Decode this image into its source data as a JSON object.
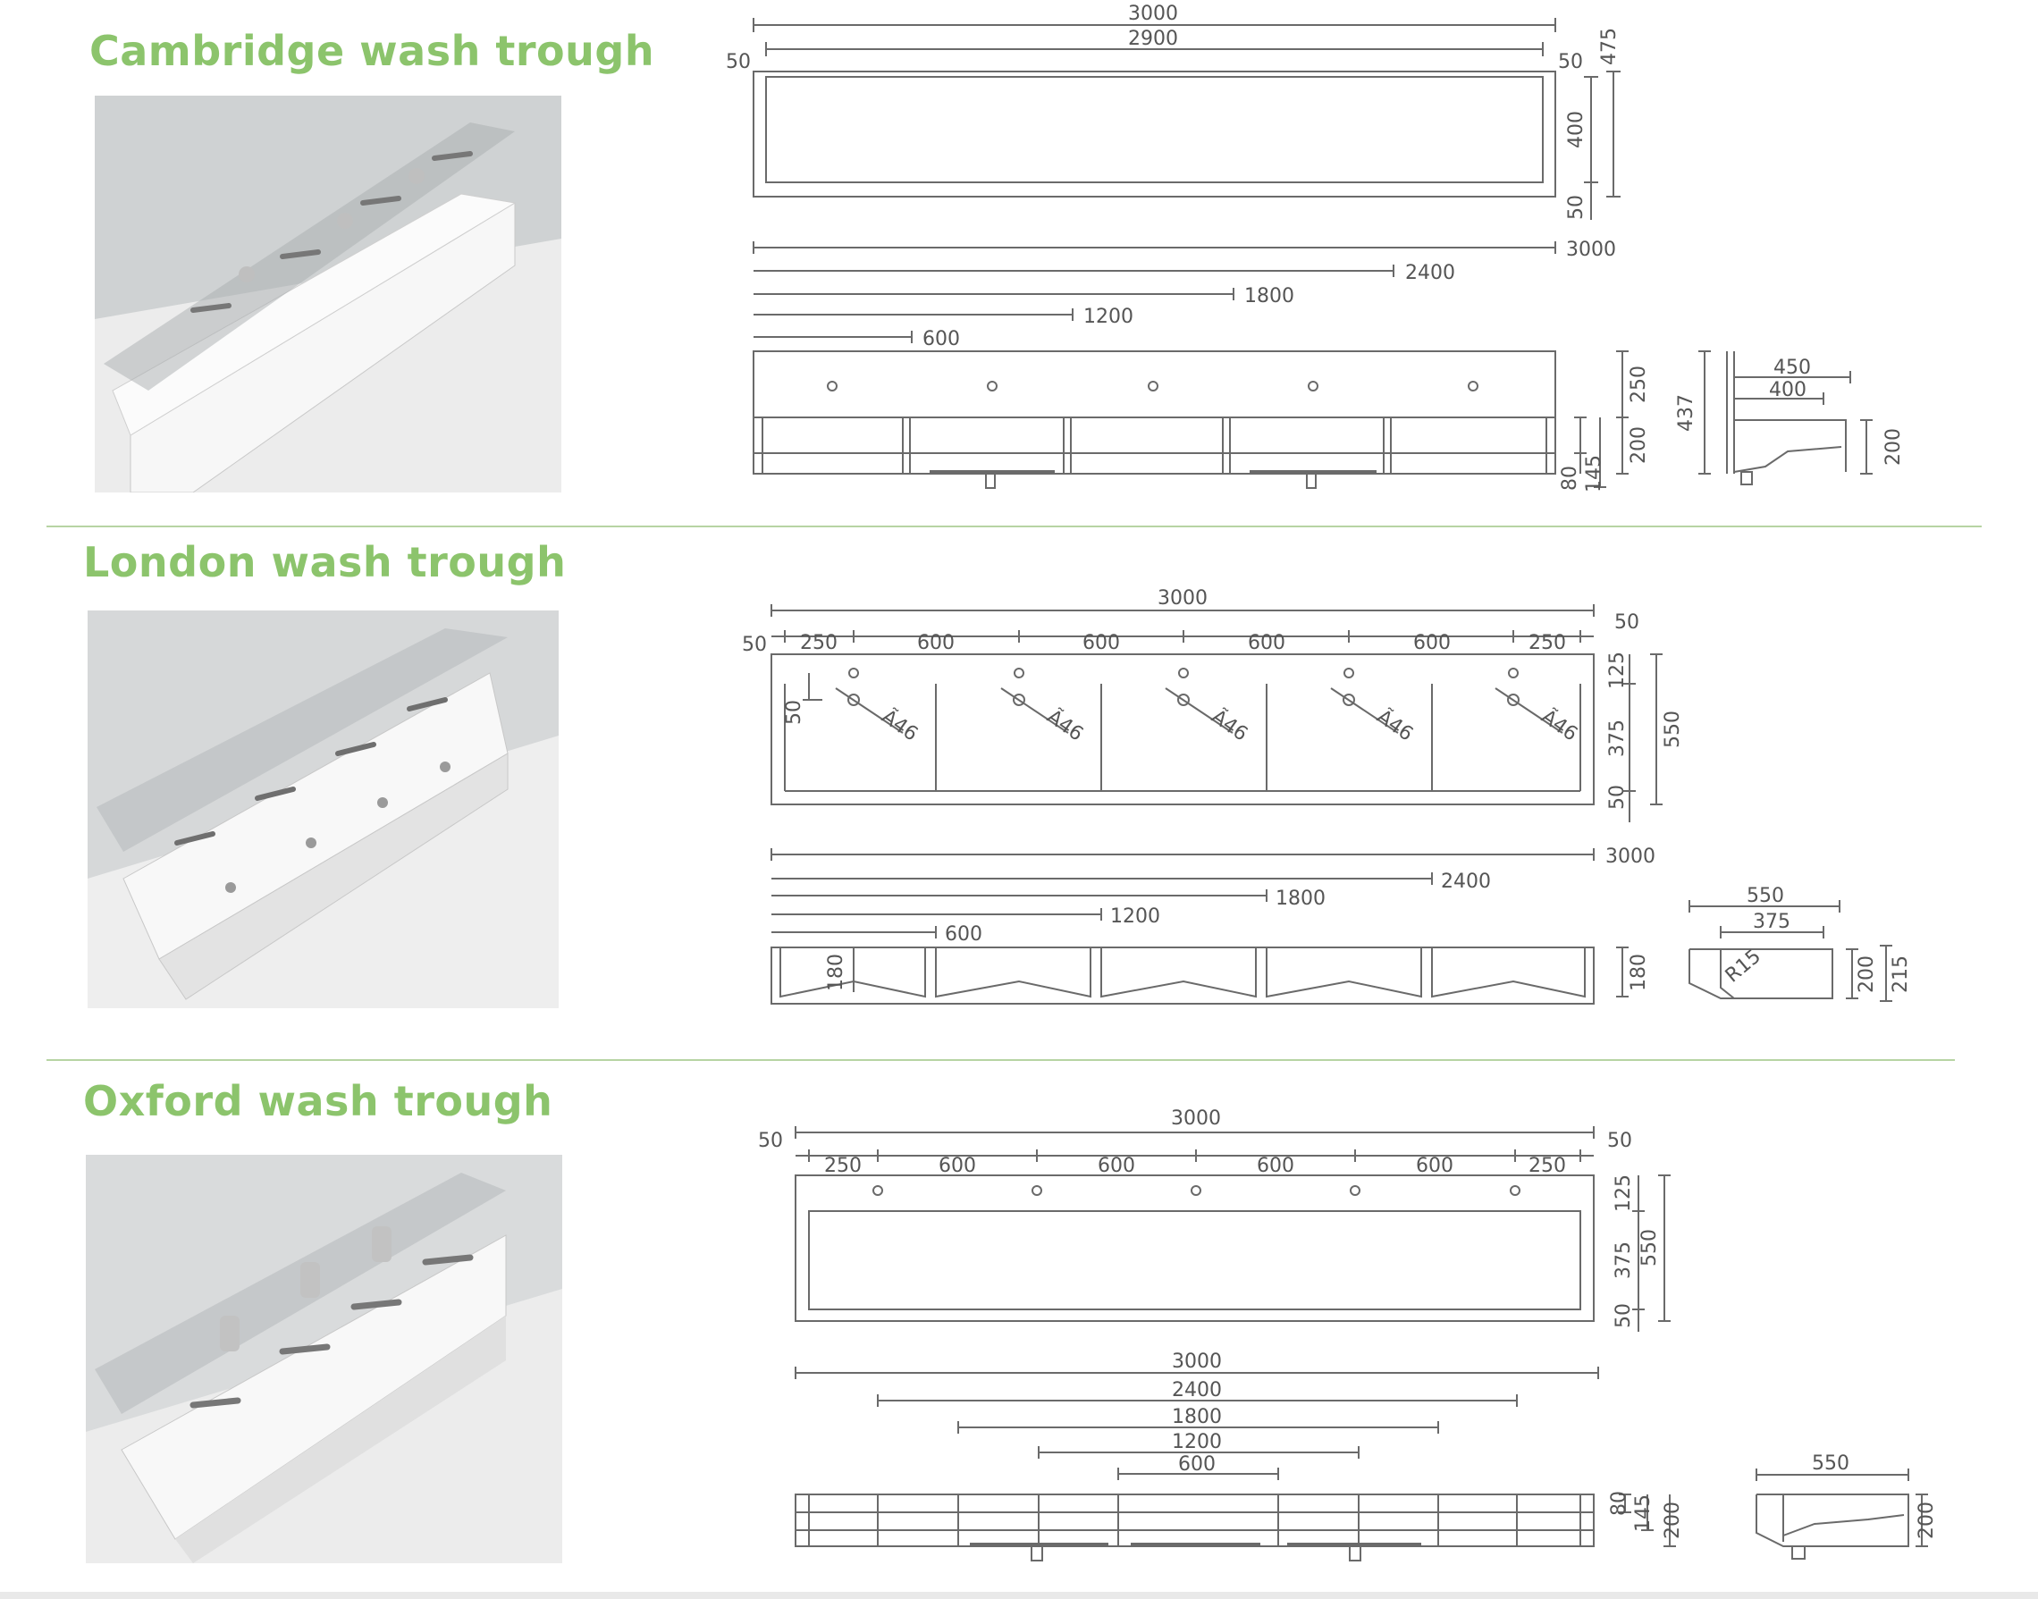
{
  "products": [
    {
      "title": "Cambridge wash trough",
      "photo_name": "cambridge-photo",
      "plan": {
        "overall": "3000",
        "inner": "2900",
        "left_margin": "50",
        "right_margin": "50",
        "depth": "475",
        "bowl": "400",
        "front": "50"
      },
      "positions": [
        "3000",
        "2400",
        "1800",
        "1200",
        "600"
      ],
      "front_view": {
        "upstand": "250",
        "basin": "200",
        "lip": "80",
        "drop": "145"
      },
      "side_view": {
        "height": "437",
        "outer": "450",
        "inner": "400",
        "bowl": "200"
      }
    },
    {
      "title": "London wash trough",
      "photo_name": "london-photo",
      "plan": {
        "overall": "3000",
        "edge_left": "50",
        "edge_right": "50",
        "spacing": [
          "250",
          "600",
          "600",
          "600",
          "600",
          "250"
        ],
        "tap": "50",
        "hole": "Ã46",
        "depth": "550",
        "back": "125",
        "bowl": "375",
        "front": "50"
      },
      "positions": [
        "3000",
        "2400",
        "1800",
        "1200",
        "600"
      ],
      "front_view": {
        "inner": "180",
        "outer": "180"
      },
      "side_view": {
        "outer": "550",
        "inner": "375",
        "radius": "R15",
        "h1": "200",
        "h2": "215"
      }
    },
    {
      "title": "Oxford wash trough",
      "photo_name": "oxford-photo",
      "plan": {
        "overall": "3000",
        "edge_left": "50",
        "edge_right": "50",
        "spacing": [
          "250",
          "600",
          "600",
          "600",
          "600",
          "250"
        ],
        "depth": "550",
        "back": "125",
        "bowl": "375",
        "front": "50"
      },
      "positions": [
        "3000",
        "2400",
        "1800",
        "1200",
        "600"
      ],
      "front_view": {
        "lip": "80",
        "basin": "145",
        "height": "200"
      },
      "side_view": {
        "outer": "550",
        "height": "200"
      }
    }
  ],
  "colors": {
    "title": "#8cc46c",
    "separator": "#b7d4a3",
    "line": "#555555"
  }
}
